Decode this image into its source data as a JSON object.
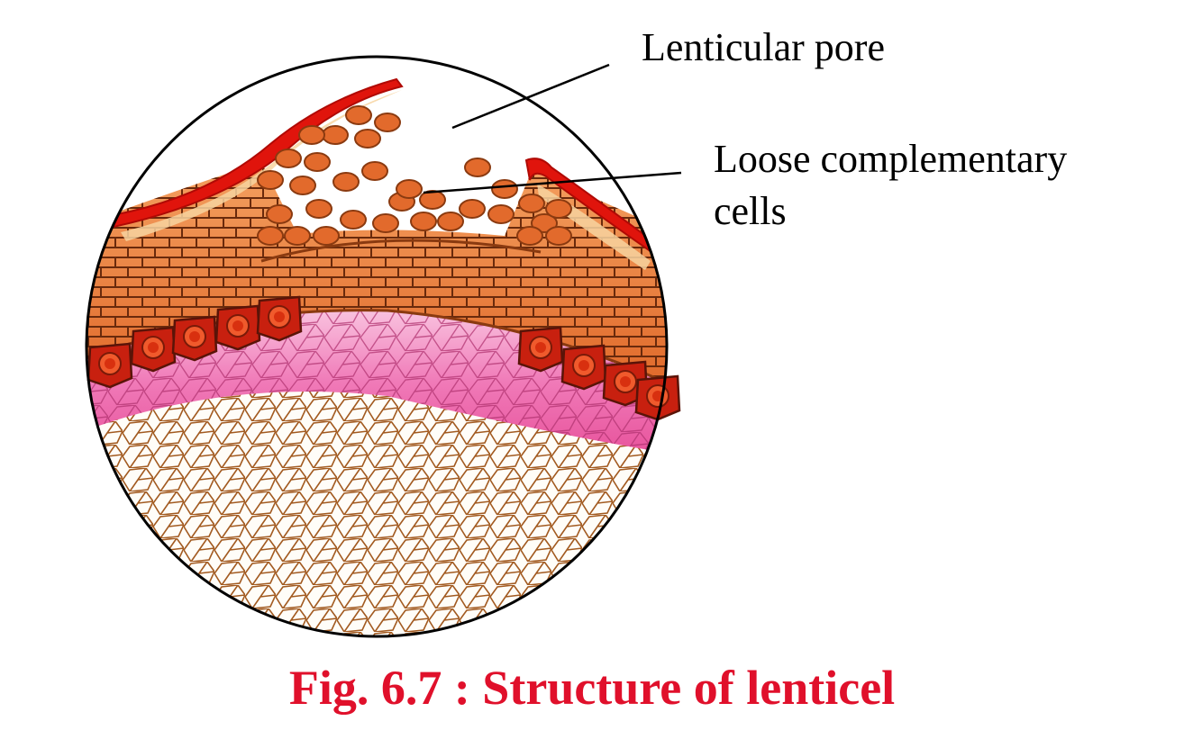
{
  "labels": {
    "lenticular_pore": "Lenticular pore",
    "loose_cells_line1": "Loose complementary",
    "loose_cells_line2": "cells"
  },
  "caption": "Fig. 6.7 : Structure of lenticel",
  "colors": {
    "caption": "#e0102b",
    "cork_outer": "#e0140c",
    "cork_tissue": "#e8742c",
    "complementary_cells": "#e26a2c",
    "phellogen_cells": "#c8200f",
    "phelloderm": "#f07ab8",
    "cortex": "#fffdf8",
    "cell_walls": "#8a3a10",
    "circle_border": "#000000"
  }
}
